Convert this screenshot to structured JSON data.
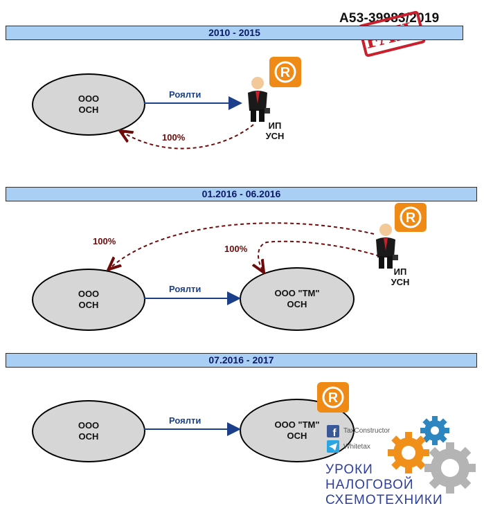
{
  "case_number": "А53-39983/2019",
  "stamp": "FAIL",
  "sections": [
    {
      "period": "2010 - 2015",
      "company": "ООО\nОСН",
      "royalty_label": "Роялти",
      "flow_percent": "100%",
      "entrepreneur": "ИП\nУСН"
    },
    {
      "period": "01.2016 - 06.2016",
      "company": "ООО\nОСН",
      "tm_company": "ООО \"ТМ\"\nОСН",
      "royalty_label": "Роялти",
      "flow_percent_left": "100%",
      "flow_percent_right": "100%",
      "entrepreneur": "ИП\nУСН"
    },
    {
      "period": "07.2016 - 2017",
      "company": "ООО\nОСН",
      "tm_company": "ООО \"ТМ\"\nОСН",
      "royalty_label": "Роялти"
    }
  ],
  "branding": {
    "facebook": "TaxConstructor",
    "telegram": "Whitetax",
    "title": "УРОКИ\nНАЛОГОВОЙ\nСХЕМОТЕХНИКИ"
  },
  "colors": {
    "band": "#a9cff5",
    "ellipse_fill": "#d6d6d6",
    "royalty_arrow": "#1c3f8c",
    "money_arrow": "#6e0a0a",
    "trademark": "#f08a16"
  },
  "icons": [
    "registered-trademark-icon",
    "businessman-phone-icon",
    "fail-stamp-icon",
    "gear-icon",
    "facebook-icon",
    "telegram-icon"
  ]
}
